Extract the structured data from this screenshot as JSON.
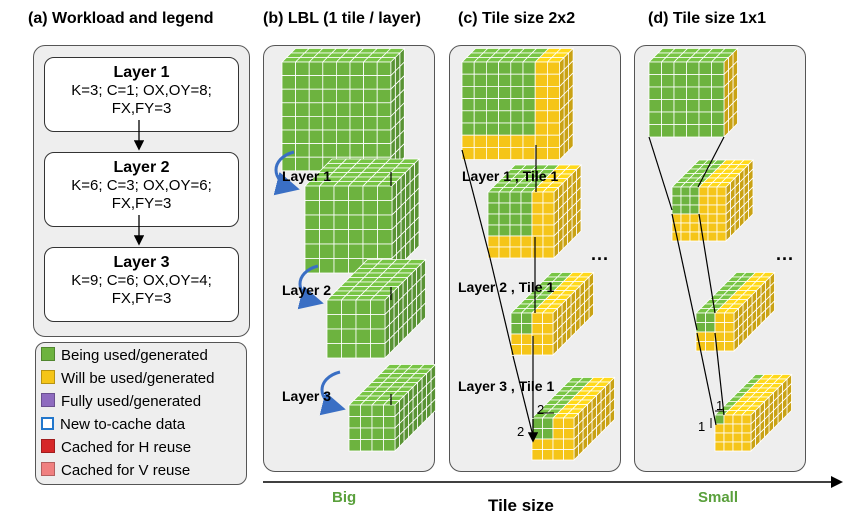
{
  "titles": {
    "a": "(a) Workload and legend",
    "b": "(b) LBL (1 tile / layer)",
    "c": "(c) Tile size 2x2",
    "d": "(d) Tile size 1x1"
  },
  "layers": [
    {
      "name": "Layer 1",
      "line1": "K=3; C=1; OX,OY=8;",
      "line2": "FX,FY=3"
    },
    {
      "name": "Layer 2",
      "line1": "K=6; C=3; OX,OY=6;",
      "line2": "FX,FY=3"
    },
    {
      "name": "Layer 3",
      "line1": "K=9; C=6; OX,OY=4;",
      "line2": "FX,FY=3"
    }
  ],
  "legend": [
    {
      "label": "Being used/generated",
      "color": "#6db33f"
    },
    {
      "label": "Will be used/generated",
      "color": "#f5c518"
    },
    {
      "label": "Fully used/generated",
      "color": "#8e6bbf"
    },
    {
      "label": "New to-cache data",
      "color": "#2277cc"
    },
    {
      "label": "Cached for H reuse",
      "color": "#d62728"
    },
    {
      "label": "Cached for V reuse",
      "color": "#f08080"
    }
  ],
  "panel_b_labels": [
    "Layer 1",
    "Layer 2",
    "Layer 3"
  ],
  "panel_c_labels": [
    "Layer 1 , Tile 1",
    "Layer 2 , Tile 1",
    "Layer 3 , Tile 1"
  ],
  "panel_c_dims": [
    "2",
    "2"
  ],
  "panel_d_dims": [
    "1",
    "1"
  ],
  "ellipsis": "...",
  "axis": {
    "big": "Big",
    "small": "Small",
    "title": "Tile size"
  },
  "colors": {
    "green": "#6db33f",
    "yellow": "#f5c518",
    "blue_arrow": "#3a6fc4"
  }
}
